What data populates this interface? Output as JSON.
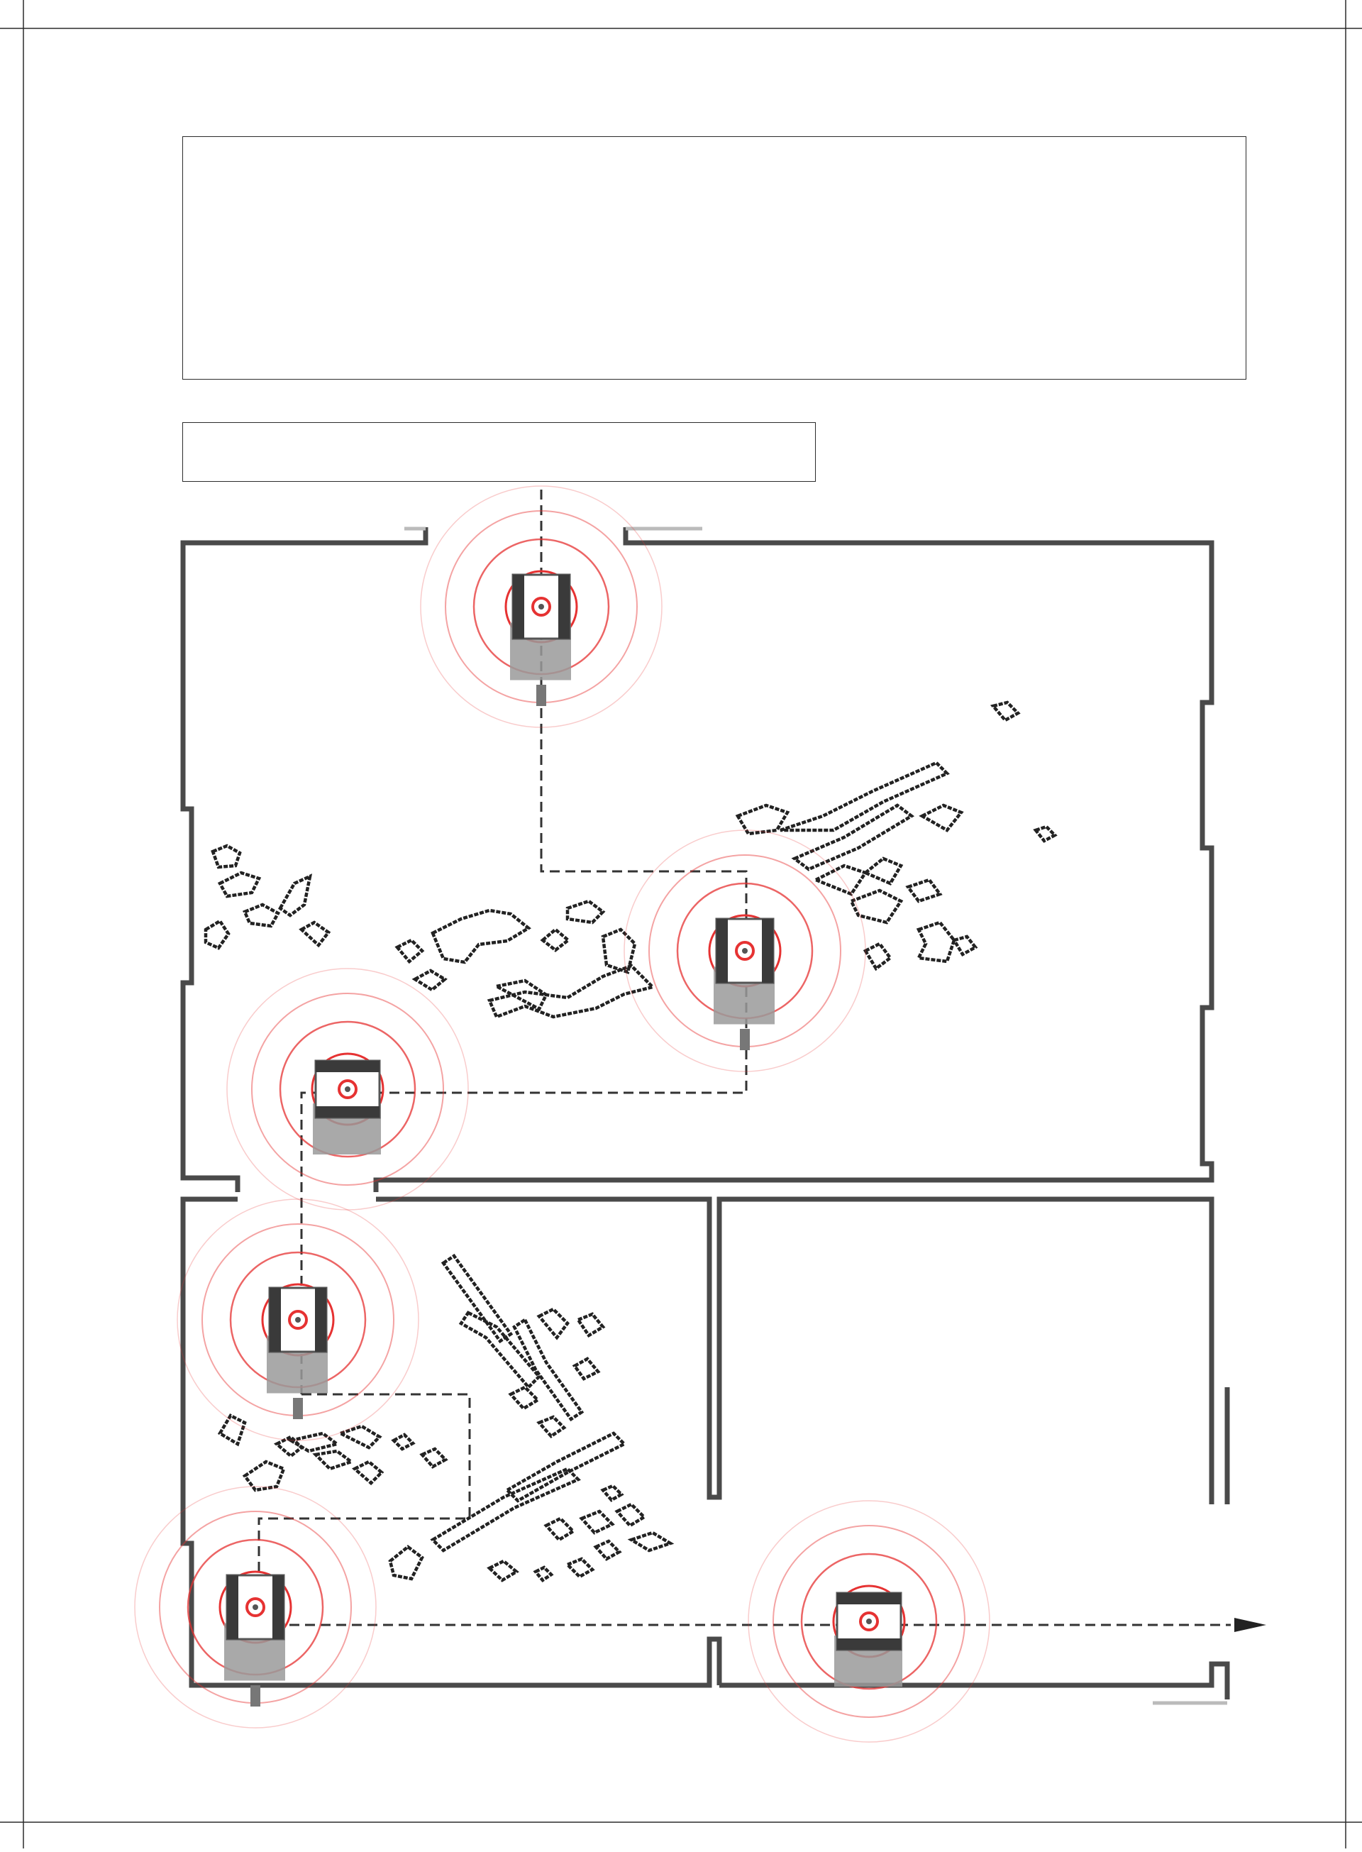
{
  "description_box": {
    "text": ""
  },
  "caption_box": {
    "text": ""
  },
  "colors": {
    "wall": "#4a4a4a",
    "frame": "#2b2b2b",
    "path": "#333333",
    "obstacle": "#222222",
    "signal_ring": "#e63232",
    "robot_body": "#555555",
    "robot_shadow": "#9a9a9a"
  },
  "icons": {
    "robot": "tracked-robot-icon",
    "signal": "signal-rings-icon",
    "arrow": "arrowhead-icon"
  },
  "robots": [
    {
      "id": "robot-1",
      "orientation": "vertical"
    },
    {
      "id": "robot-2",
      "orientation": "vertical"
    },
    {
      "id": "robot-3",
      "orientation": "horizontal"
    },
    {
      "id": "robot-4",
      "orientation": "vertical"
    },
    {
      "id": "robot-5",
      "orientation": "vertical"
    },
    {
      "id": "robot-6",
      "orientation": "horizontal"
    }
  ]
}
